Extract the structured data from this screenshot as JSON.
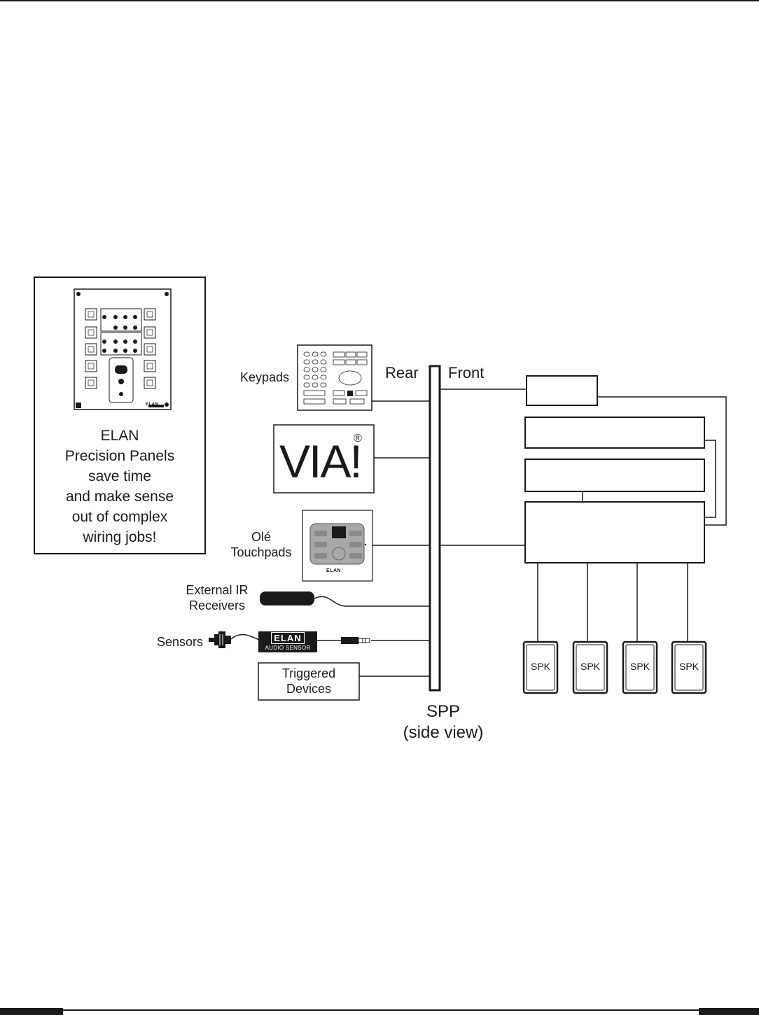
{
  "promo": {
    "lines": [
      "ELAN",
      "Precision Panels",
      "save time",
      "and make sense",
      "out of complex",
      "wiring jobs!"
    ],
    "panel_footer_brand": "ELAN"
  },
  "labels": {
    "keypads": "Keypads",
    "ole_touchpads_line1": "Olé",
    "ole_touchpads_line2": "Touchpads",
    "external_ir_line1": "External IR",
    "external_ir_line2": "Receivers",
    "sensors": "Sensors",
    "triggered_line1": "Triggered",
    "triggered_line2": "Devices",
    "rear": "Rear",
    "front": "Front",
    "spp_line1": "SPP",
    "spp_line2": "(side view)"
  },
  "devices": {
    "via_logo": "VIA!",
    "via_registered": "®",
    "ole_brand": "ELAN",
    "audio_sensor_brand": "ELAN",
    "audio_sensor_label": "AUDIO SENSOR"
  },
  "speakers": [
    "SPK",
    "SPK",
    "SPK",
    "SPK"
  ]
}
